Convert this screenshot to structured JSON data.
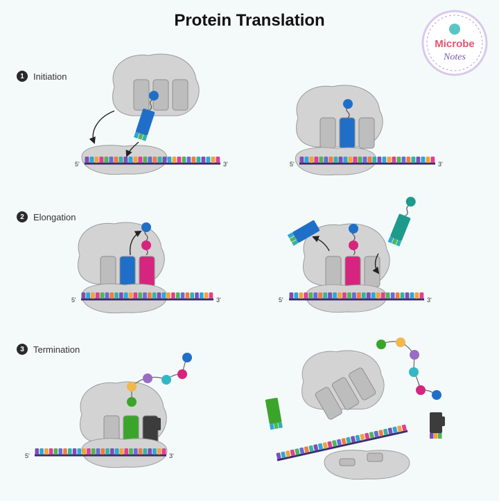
{
  "title": "Protein Translation",
  "logo": {
    "line1": "Microbe",
    "line2": "Notes"
  },
  "steps": [
    {
      "number": "1",
      "label": "Initiation"
    },
    {
      "number": "2",
      "label": "Elongation"
    },
    {
      "number": "3",
      "label": "Termination"
    }
  ],
  "strand_ends": {
    "five": "5'",
    "three": "3'"
  },
  "colors": {
    "ribosome": "#d3d3d3",
    "ribosome_outline": "#9a9a9a",
    "trna_blue": "#1f6fc9",
    "trna_magenta": "#d6257e",
    "trna_teal": "#1e9a8a",
    "trna_green": "#3aa52a",
    "release_factor": "#3c3c3c",
    "amino_yellow": "#f1b84a",
    "amino_purple": "#9a6cc2",
    "amino_cyan": "#34b7c4",
    "mrna_line": "#3b2a6d"
  },
  "icons": [
    "step-number-badge",
    "ribosome",
    "trna",
    "amino-acid",
    "release-factor",
    "arrow",
    "mrna-strand",
    "logo"
  ]
}
